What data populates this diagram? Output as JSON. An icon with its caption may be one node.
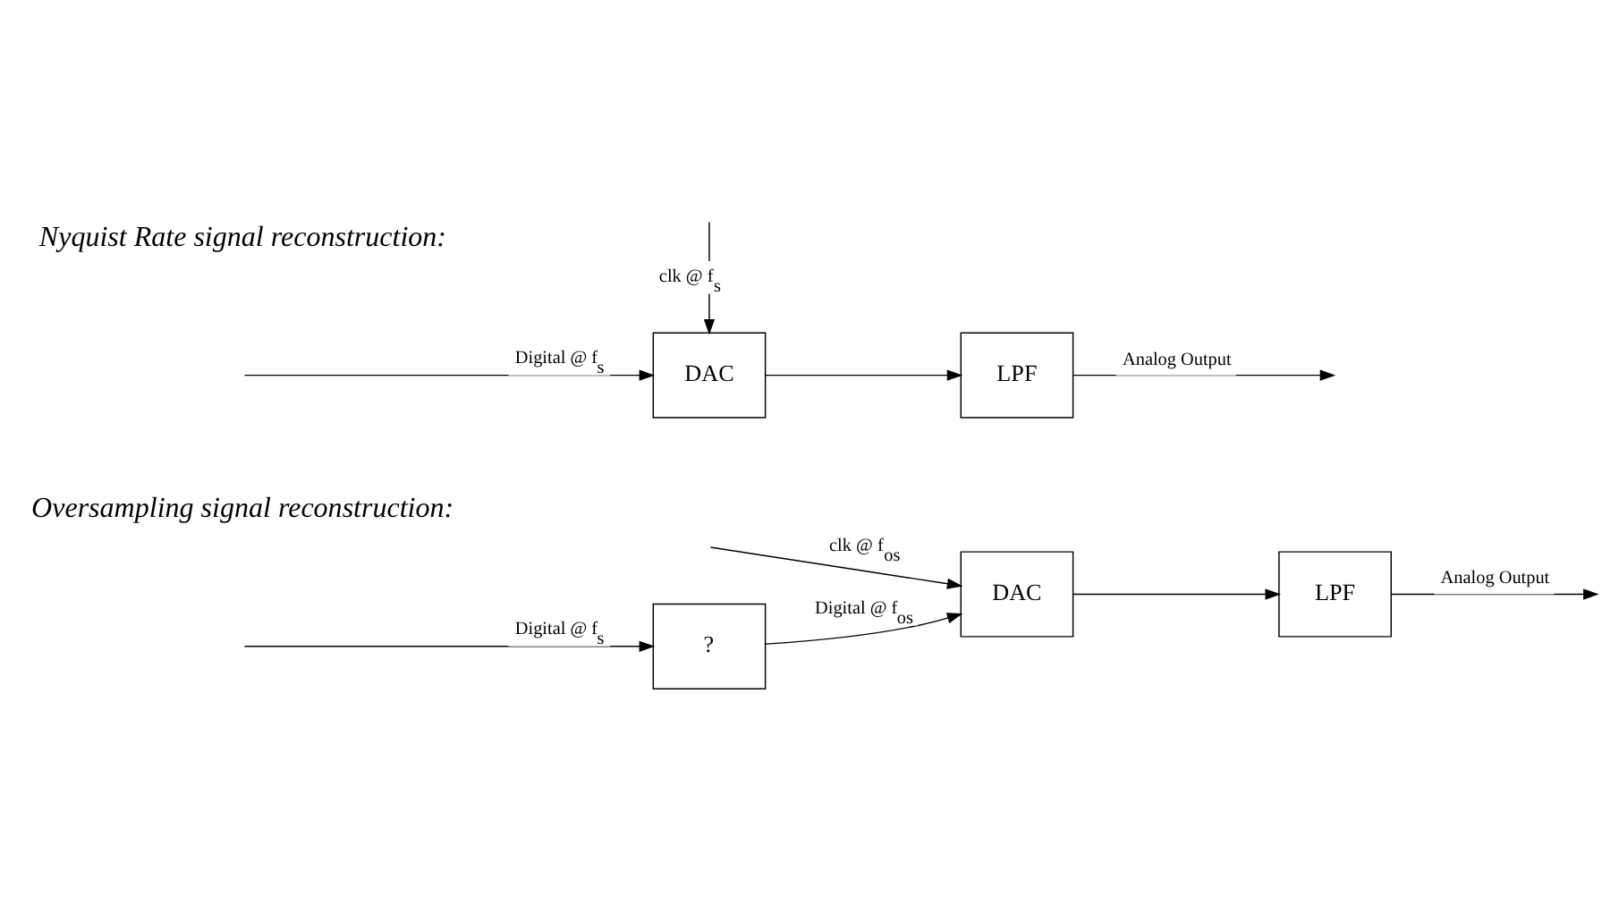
{
  "diagram": {
    "nodes": [
      {
        "text": [
          "DAC"
        ]
      },
      {
        "text": [
          "LPF"
        ]
      },
      {
        "text": [
          "?"
        ]
      },
      {
        "text": [
          "DAC"
        ]
      },
      {
        "text": [
          "LPF"
        ]
      }
    ],
    "edges": [
      {
        "from": null,
        "to": 0,
        "arrow": "to",
        "label": "Digital @ f$_{s}$"
      },
      {
        "from": null,
        "to": 0,
        "arrow": "to",
        "label": "clk @ f$_{s}$"
      },
      {
        "from": 0,
        "to": 1,
        "arrow": "to"
      },
      {
        "from": 1,
        "to": null,
        "arrow": "to",
        "label": "Analog Output"
      },
      {
        "from": null,
        "to": 2,
        "arrow": "to",
        "label": "Digital @ f$_{s}$"
      },
      {
        "from": 2,
        "to": 3,
        "arrow": "to",
        "label": "Digital @ f$_{os}$"
      },
      {
        "from": null,
        "to": 3,
        "arrow": "to",
        "label": "clk @ f$_{os}$"
      },
      {
        "from": 3,
        "to": 4,
        "arrow": "to"
      },
      {
        "from": 4,
        "to": null,
        "arrow": "to",
        "label": "Analog Output"
      }
    ],
    "labels": [
      "Nyquist Rate signal reconstruction:",
      "Oversampling signal reconstruction:"
    ]
  }
}
